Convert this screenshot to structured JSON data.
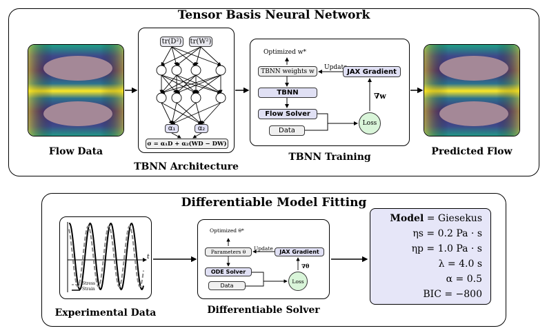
{
  "top": {
    "title": "Tensor Basis Neural Network",
    "flow_data_caption": "Flow Data",
    "predicted_flow_caption": "Predicted Flow",
    "arch_caption": "TBNN Architecture",
    "training_caption": "TBNN Training",
    "arch": {
      "input1": "tr(D²)",
      "input2": "tr(W²)",
      "alpha1": "α₁",
      "alpha2": "α₂",
      "sigma": "σ = α₁D + α₂(WD − DW)"
    },
    "training": {
      "optimized": "Optimized w*",
      "weights": "TBNN weights w",
      "update": "Update",
      "jax": "JAX Gradient",
      "grad": "∇w",
      "tbnn": "TBNN",
      "solver": "Flow Solver",
      "data": "Data",
      "loss": "Loss"
    }
  },
  "bottom": {
    "title": "Differentiable Model Fitting",
    "exp_caption": "Experimental Data",
    "solver_caption": "Differentiable Solver",
    "plot": {
      "t_label": "t",
      "legend_stress": "Stress",
      "legend_strain": "Strain"
    },
    "solver": {
      "optimized": "Optimized θ*",
      "params": "Parameters θ",
      "update": "Update",
      "jax": "JAX Gradient",
      "grad": "∇θ",
      "ode": "ODE Solver",
      "data": "Data",
      "loss": "Loss"
    },
    "model": {
      "line1_label": "Model",
      "line1_value": " = Giesekus",
      "line2": "ηs = 0.2 Pa · s",
      "line3": "ηp = 1.0 Pa · s",
      "line4": "λ = 4.0 s",
      "line5": "α = 0.5",
      "line6": "BIC = −800"
    }
  },
  "colors": {
    "node_blue": "#e0e0f4",
    "node_gray": "#f0f0f0",
    "loss_green": "#d9f5d9",
    "model_box": "#e6e6f8"
  }
}
